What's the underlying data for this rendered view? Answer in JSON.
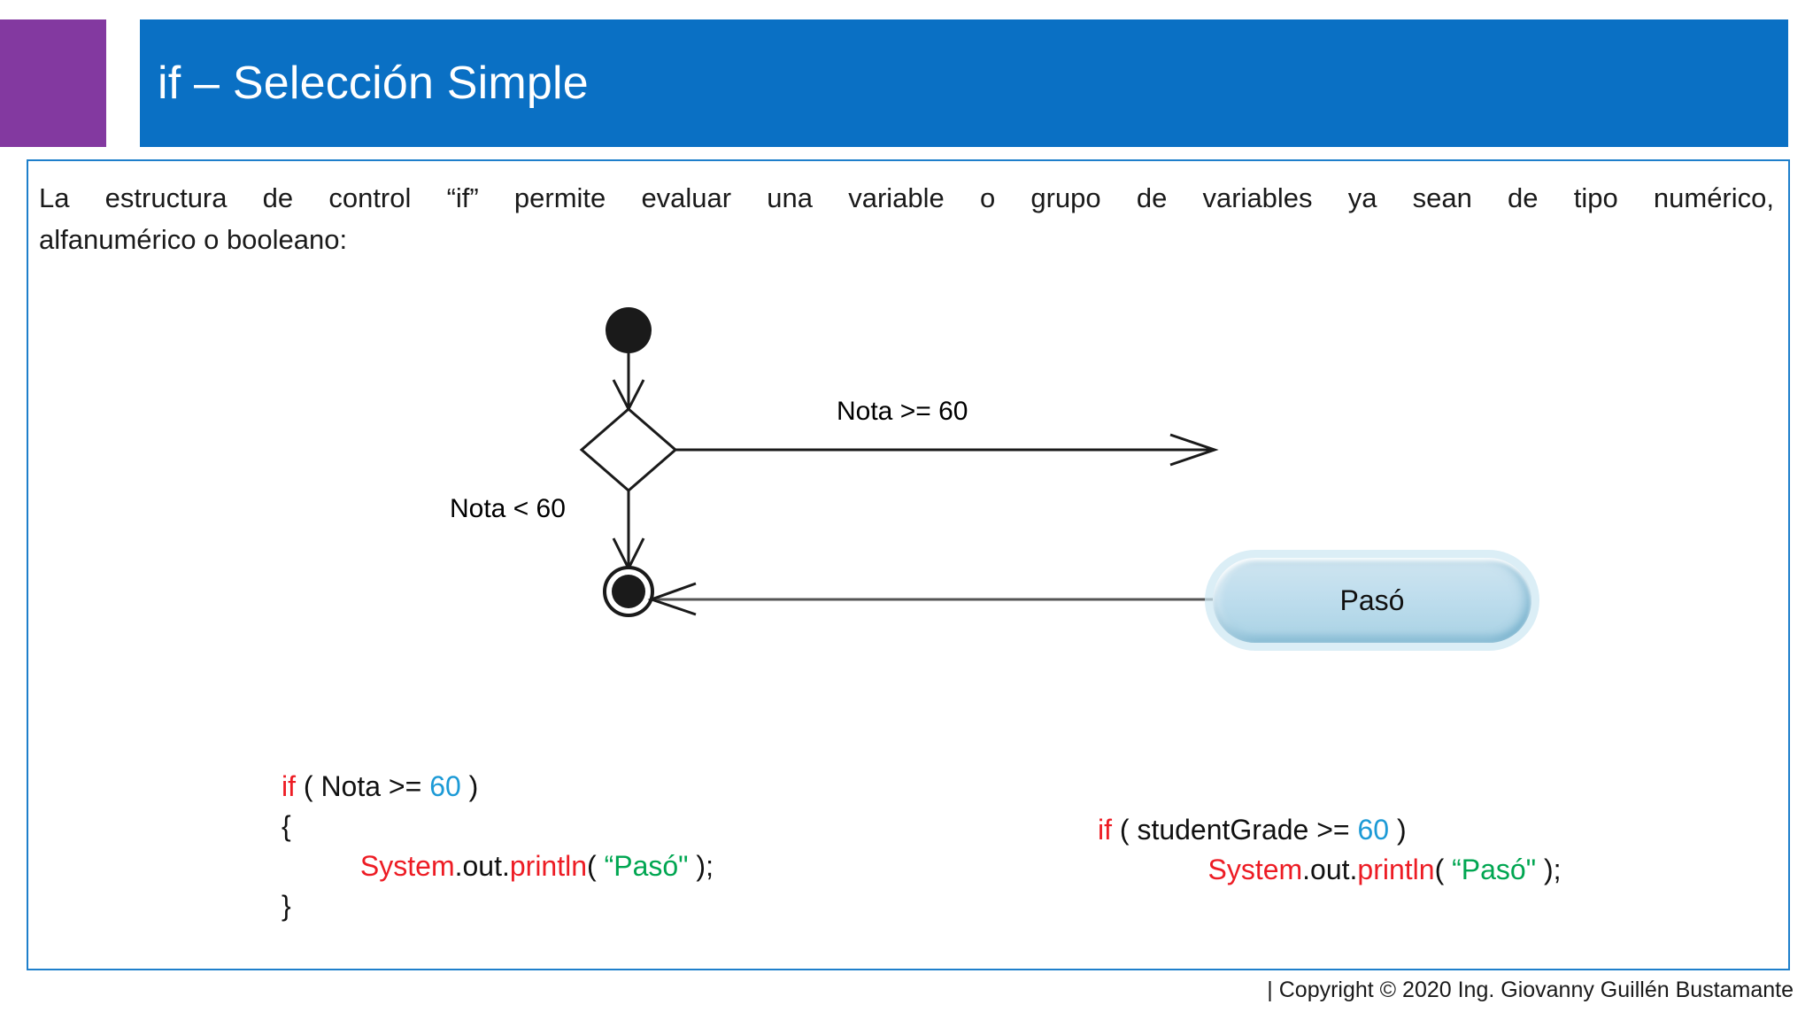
{
  "header": {
    "title": "if – Selección Simple",
    "bar_color": "#0A70C4",
    "accent_color": "#8339A0"
  },
  "body": {
    "line1": "La estructura de control “if” permite evaluar una variable o grupo de variables ya sean de tipo numérico,",
    "line2": "alfanumérico o booleano:"
  },
  "diagram": {
    "type": "uml-activity",
    "start_node": "initial-node",
    "decision_node": "decision-diamond",
    "end_node": "final-node",
    "action_label": "Pasó",
    "edges": [
      {
        "label": "Nota >= 60",
        "from": "decision",
        "to": "action"
      },
      {
        "label": "Nota < 60",
        "from": "decision",
        "to": "final"
      },
      {
        "label": "",
        "from": "action",
        "to": "final"
      }
    ],
    "true_label": "Nota >= 60",
    "false_label": "Nota < 60"
  },
  "code_left": {
    "line1_kw": "if",
    "line1_rest": " ( Nota >= ",
    "line1_num": "60",
    "line1_tail": " )",
    "line2": "{",
    "line3_indent": "          ",
    "line3_cls": "System",
    "line3_dot1": ".out.",
    "line3_mth": "println",
    "line3_open": "( ",
    "line3_str": "“Pasó\"",
    "line3_close": " );",
    "line4": "}"
  },
  "code_right": {
    "line1_kw": "if",
    "line1_rest": " ( studentGrade >= ",
    "line1_num": "60",
    "line1_tail": " )",
    "line2_indent": "              ",
    "line2_cls": "System",
    "line2_dot1": ".out.",
    "line2_mth": "println",
    "line2_open": "( ",
    "line2_str": "“Pasó\"",
    "line2_close": " );"
  },
  "footer": {
    "text": "|   Copyright © 2020 Ing. Giovanny Guillén Bustamante"
  },
  "colors": {
    "keyword": "#ED1C24",
    "number": "#1C9AD6",
    "string": "#00A651",
    "frame_border": "#1E7FCB",
    "action_fill": "#bedded"
  }
}
